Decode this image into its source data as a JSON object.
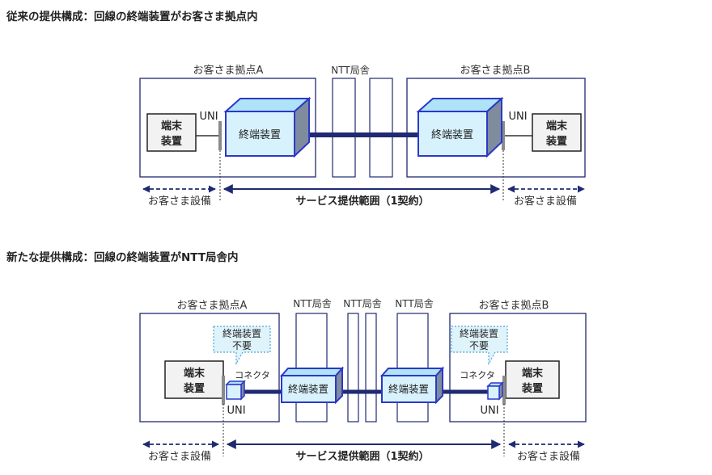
{
  "colors": {
    "navy": "#1f2a70",
    "blue": "#2c38c8",
    "device_fill": "#d8f2fd",
    "terminal_fill": "#f2f2f2",
    "callout_fill": "#dff3fb",
    "callout_border": "#4aa6d6"
  },
  "section1": {
    "title": "従来の提供構成：回線の終端装置がお客さま拠点内",
    "site_a_label": "お客さま拠点A",
    "site_b_label": "お客さま拠点B",
    "ntt_label": "NTT局舎",
    "terminal_a_line1": "端末",
    "terminal_a_line2": "装置",
    "terminal_b_line1": "端末",
    "terminal_b_line2": "装置",
    "uni_a": "UNI",
    "uni_b": "UNI",
    "device_a": "終端装置",
    "device_b": "終端装置",
    "customer_equipment_left": "お客さま設備",
    "customer_equipment_right": "お客さま設備",
    "service_range": "サービス提供範囲（1契約）"
  },
  "section2": {
    "title": "新たな提供構成：回線の終端装置がNTT局舎内",
    "site_a_label": "お客さま拠点A",
    "site_b_label": "お客さま拠点B",
    "ntt_label_1": "NTT局舎",
    "ntt_label_2": "NTT局舎",
    "ntt_label_3": "NTT局舎",
    "callout_a_line1": "終端装置",
    "callout_a_line2": "不要",
    "callout_b_line1": "終端装置",
    "callout_b_line2": "不要",
    "connector_a": "コネクタ",
    "connector_b": "コネクタ",
    "terminal_a_line1": "端末",
    "terminal_a_line2": "装置",
    "terminal_b_line1": "端末",
    "terminal_b_line2": "装置",
    "uni_a": "UNI",
    "uni_b": "UNI",
    "device_a": "終端装置",
    "device_b": "終端装置",
    "customer_equipment_left": "お客さま設備",
    "customer_equipment_right": "お客さま設備",
    "service_range": "サービス提供範囲（1契約）"
  }
}
